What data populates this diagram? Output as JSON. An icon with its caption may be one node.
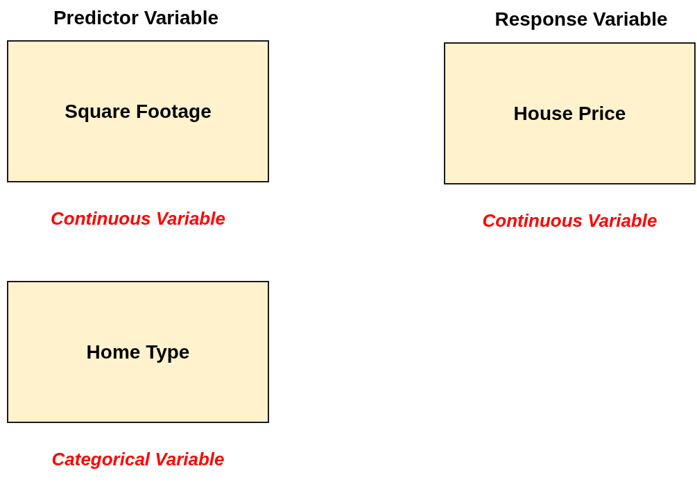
{
  "diagram": {
    "nodes": [
      {
        "text": [
          "Square Footage"
        ],
        "beside": [
          "Continuous Variable"
        ]
      },
      {
        "text": [
          "House Price"
        ],
        "beside": [
          "Continuous Variable"
        ]
      },
      {
        "text": [
          "Home Type"
        ],
        "beside": [
          "Categorical Variable"
        ]
      }
    ],
    "labels": [
      "Predictor Variable",
      "Response Variable"
    ]
  }
}
